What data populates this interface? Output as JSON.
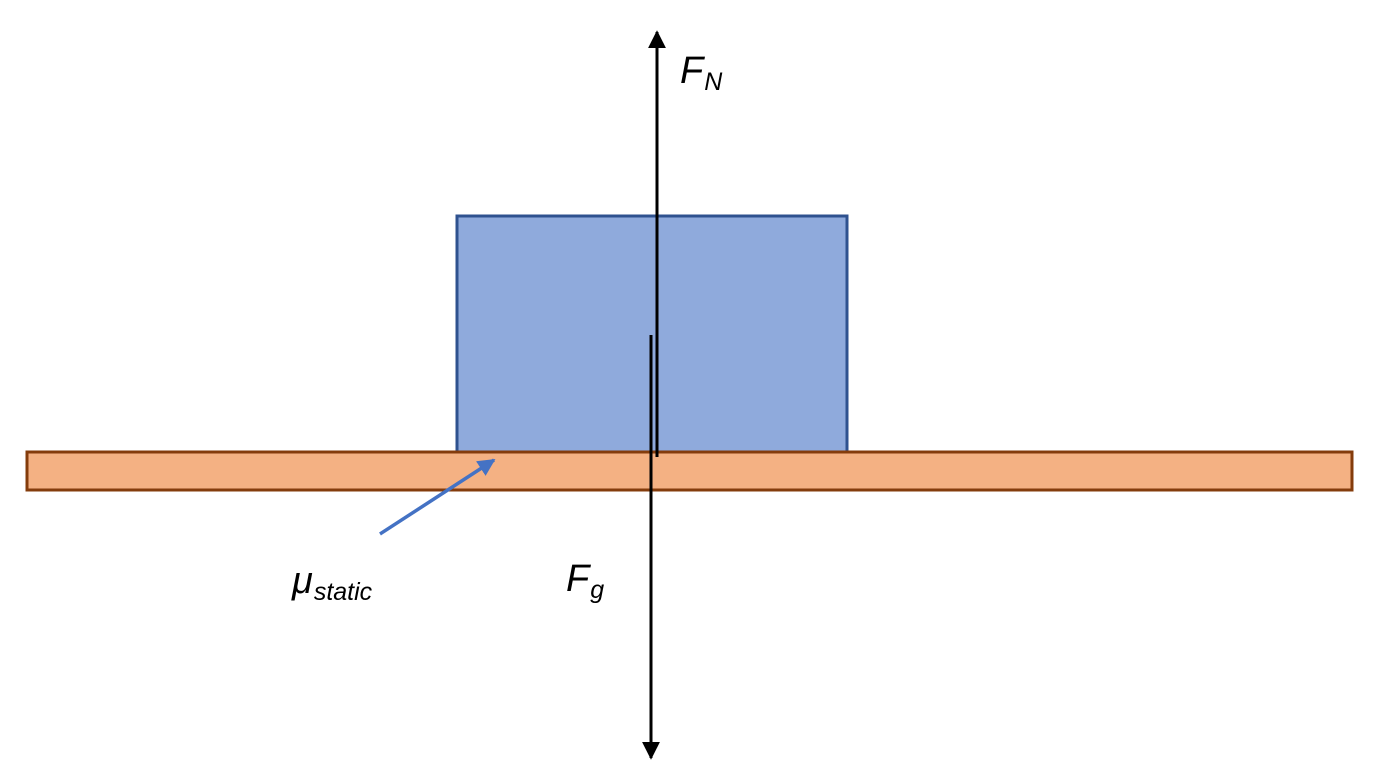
{
  "labels": {
    "normal_force": {
      "symbol": "F",
      "subscript": "N"
    },
    "gravity_force": {
      "symbol": "F",
      "subscript": "g"
    },
    "static_friction": {
      "symbol": "μ",
      "subscript": "static"
    }
  },
  "colors": {
    "block_fill": "#8faadc",
    "block_stroke": "#2f528f",
    "surface_fill": "#f4b183",
    "surface_stroke": "#843c0c",
    "force_arrow": "#000000",
    "pointer_arrow": "#4472c4"
  }
}
